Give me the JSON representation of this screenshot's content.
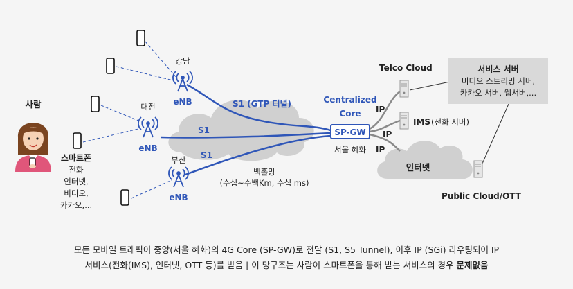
{
  "person": {
    "label": "사람"
  },
  "smartphone": {
    "title": "스마트폰",
    "lines": [
      "전화",
      "인터넷,",
      "비디오,",
      "카카오,..."
    ]
  },
  "enbs": [
    {
      "city": "강남",
      "name": "eNB"
    },
    {
      "city": "대전",
      "name": "eNB"
    },
    {
      "city": "부산",
      "name": "eNB"
    }
  ],
  "links": {
    "s1_gtp": "S1 (GTP 터널)",
    "s1_mid": "S1",
    "s1_bottom": "S1",
    "ip1": "IP",
    "ip2": "IP",
    "ip3": "IP"
  },
  "backhaul": {
    "line1": "백홀망",
    "line2": "(수십~수백Km, 수십 ms)"
  },
  "core": {
    "title_line1": "Centralized",
    "title_line2": "Core",
    "gateway": "SP-GW",
    "location": "서울 혜화"
  },
  "telco_cloud": {
    "label": "Telco Cloud"
  },
  "ims": {
    "name": "IMS",
    "detail": "(전화 서버)"
  },
  "internet": {
    "label": "인터넷"
  },
  "service_server": {
    "title": "서비스 서버",
    "line1": "비디오 스트리밍 서버,",
    "line2": "카카오 서버, 웹서버,..."
  },
  "public_cloud": {
    "label": "Public Cloud/OTT"
  },
  "caption": {
    "line1": "모든 모바일 트래픽이 중앙(서울 혜화)의 4G Core (SP-GW)로 전달 (S1, S5 Tunnel), 이후 IP (SGi) 라우팅되어 IP",
    "line2_pre": "서비스(전화(IMS), 인터넷, OTT 등)를 받음 | 이 망구조는 사람이 스마트폰을 통해 받는 서비스의 경우",
    "line2_bold": "문제없음"
  },
  "colors": {
    "link_blue": "#2f56b8",
    "label_blue": "#2f56b8",
    "cloud_gray": "#cfcfcf",
    "server_box": "#d9d9d9",
    "ip_line_gray": "#8a8a8a"
  }
}
